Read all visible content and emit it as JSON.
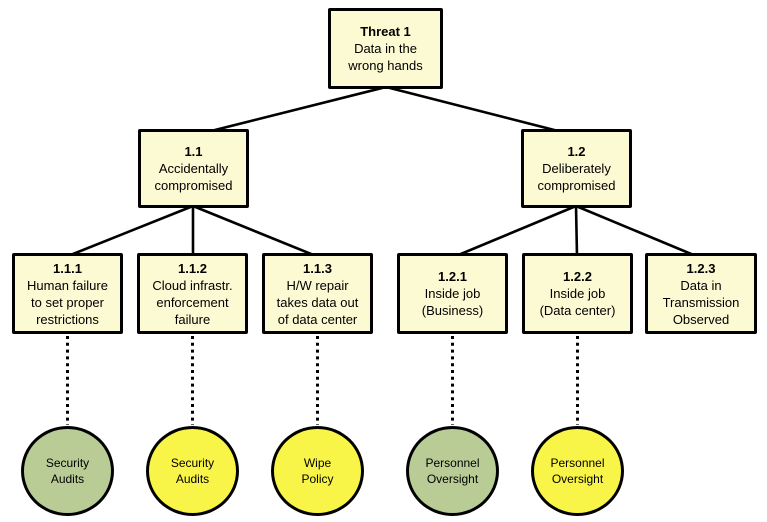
{
  "diagram": {
    "kind": "attack-tree",
    "root_title": "Threat 1"
  },
  "boxes": [
    {
      "num": "Threat 1",
      "lines": [
        "Data in the",
        "wrong hands"
      ]
    },
    {
      "num": "1.1",
      "lines": [
        "Accidentally",
        "compromised"
      ]
    },
    {
      "num": "1.2",
      "lines": [
        "Deliberately",
        "compromised"
      ]
    },
    {
      "num": "1.1.1",
      "lines": [
        "Human failure",
        "to set proper",
        "restrictions"
      ]
    },
    {
      "num": "1.1.2",
      "lines": [
        "Cloud infrastr.",
        "enforcement",
        "failure"
      ]
    },
    {
      "num": "1.1.3",
      "lines": [
        "H/W repair",
        "takes data out",
        "of data center"
      ]
    },
    {
      "num": "1.2.1",
      "lines": [
        "Inside job",
        "(Business)"
      ]
    },
    {
      "num": "1.2.2",
      "lines": [
        "Inside job",
        "(Data center)"
      ]
    },
    {
      "num": "1.2.3",
      "lines": [
        "Data in",
        "Transmission",
        "Observed"
      ]
    }
  ],
  "countermeasures": [
    {
      "lines": [
        "Security",
        "Audits"
      ],
      "color": "#B9CC96"
    },
    {
      "lines": [
        "Security",
        "Audits"
      ],
      "color": "#F9F548"
    },
    {
      "lines": [
        "Wipe",
        "Policy"
      ],
      "color": "#F9F548"
    },
    {
      "lines": [
        "Personnel",
        "Oversight"
      ],
      "color": "#B9CC96"
    },
    {
      "lines": [
        "Personnel",
        "Oversight"
      ],
      "color": "#F9F548"
    }
  ],
  "colors": {
    "box_fill": "#FCFAD2",
    "green_fill": "#B9CC96",
    "yellow_fill": "#F9F548",
    "line": "#000000",
    "background": "#FFFFFF"
  }
}
